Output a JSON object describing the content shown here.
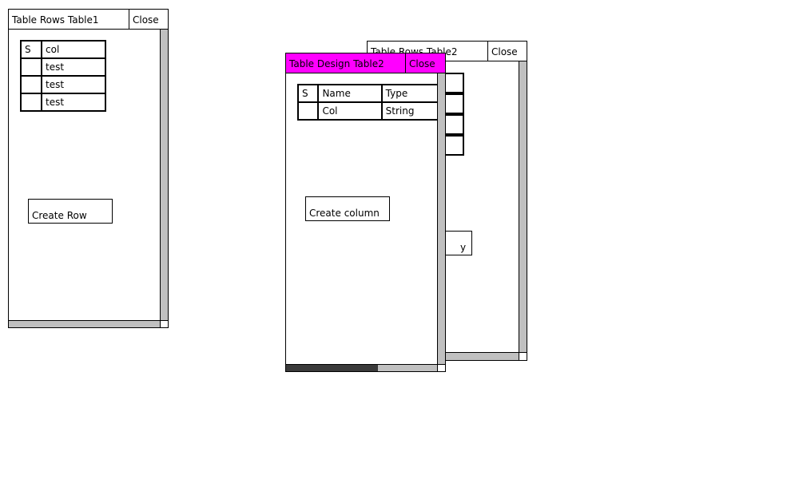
{
  "windows": {
    "rows_table1": {
      "title": "Table Rows Table1",
      "close_label": "Close",
      "table": {
        "header": [
          "S",
          "col"
        ],
        "rows": [
          [
            "",
            "test"
          ],
          [
            "",
            "test"
          ],
          [
            "",
            "test"
          ]
        ]
      },
      "create_row_label": "Create Row"
    },
    "rows_table2": {
      "title": "Table Rows Table2",
      "close_label": "Close"
    },
    "design_table2": {
      "title": "Table Design Table2",
      "close_label": "Close",
      "title_color": "#ff00ff",
      "table": {
        "header": [
          "S",
          "Name",
          "Type"
        ],
        "rows": [
          [
            "",
            "Col",
            "String"
          ]
        ]
      },
      "create_column_label": "Create column"
    }
  }
}
